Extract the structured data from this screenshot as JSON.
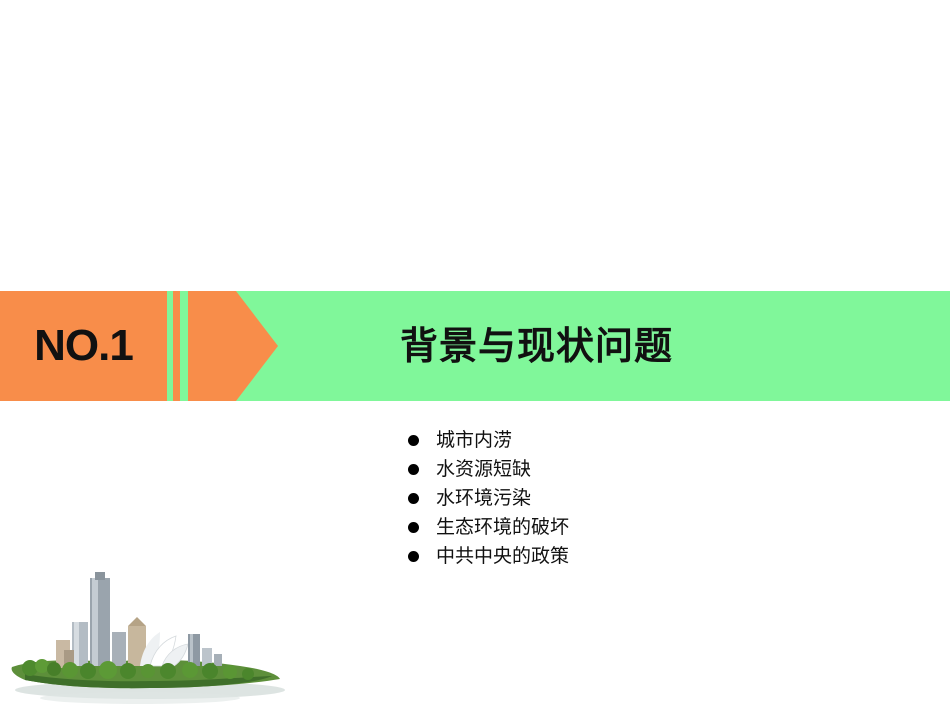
{
  "slide": {
    "number_label": "NO.1",
    "title": "背景与现状问题",
    "bullets": [
      "城市内涝",
      "水资源短缺",
      "水环境污染",
      "生态环境的破坏",
      "中共中央的政策"
    ]
  },
  "colors": {
    "banner_green": "#80f79a",
    "banner_orange": "#f88d4a",
    "text": "#111111"
  },
  "icons": {
    "bullet": "filled-circle",
    "illustration": "city-skyline-on-island"
  }
}
